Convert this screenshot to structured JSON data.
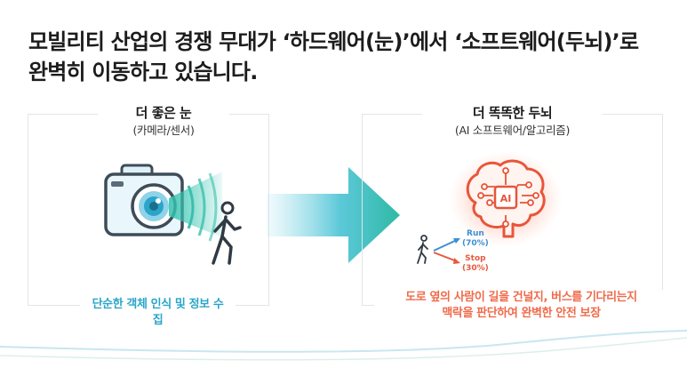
{
  "headline": {
    "line1": "모빌리티 산업의 경쟁 무대가 ‘하드웨어(눈)’에서 ‘소프트웨어(두뇌)’로",
    "line2": "완벽히 이동하고 있습니다."
  },
  "left_panel": {
    "title": "더 좋은 눈",
    "subtitle": "(카메라/센서)",
    "caption": "단순한 객체 인식 및 정보 수집"
  },
  "right_panel": {
    "title": "더 똑똑한 두뇌",
    "subtitle": "(AI 소프트웨어/알고리즘)",
    "chip_label": "AI",
    "predictions": [
      {
        "label": "Run",
        "value": "(70%)"
      },
      {
        "label": "Stop",
        "value": "(30%)"
      }
    ],
    "caption_line1": "도로 옆의 사람이 길을 건널지, 버스를 기다리는지",
    "caption_line2": "맥락을 판단하여 완벽한 안전 보장"
  },
  "colors": {
    "eye_accent": "#2aa5c9",
    "brain_accent": "#f06a4a",
    "run": "#3c8fd3",
    "stop": "#e65a3f"
  },
  "icons": [
    "camera-icon",
    "sensor-wave-icon",
    "walking-person-icon",
    "transition-arrow-icon",
    "ai-brain-icon"
  ]
}
